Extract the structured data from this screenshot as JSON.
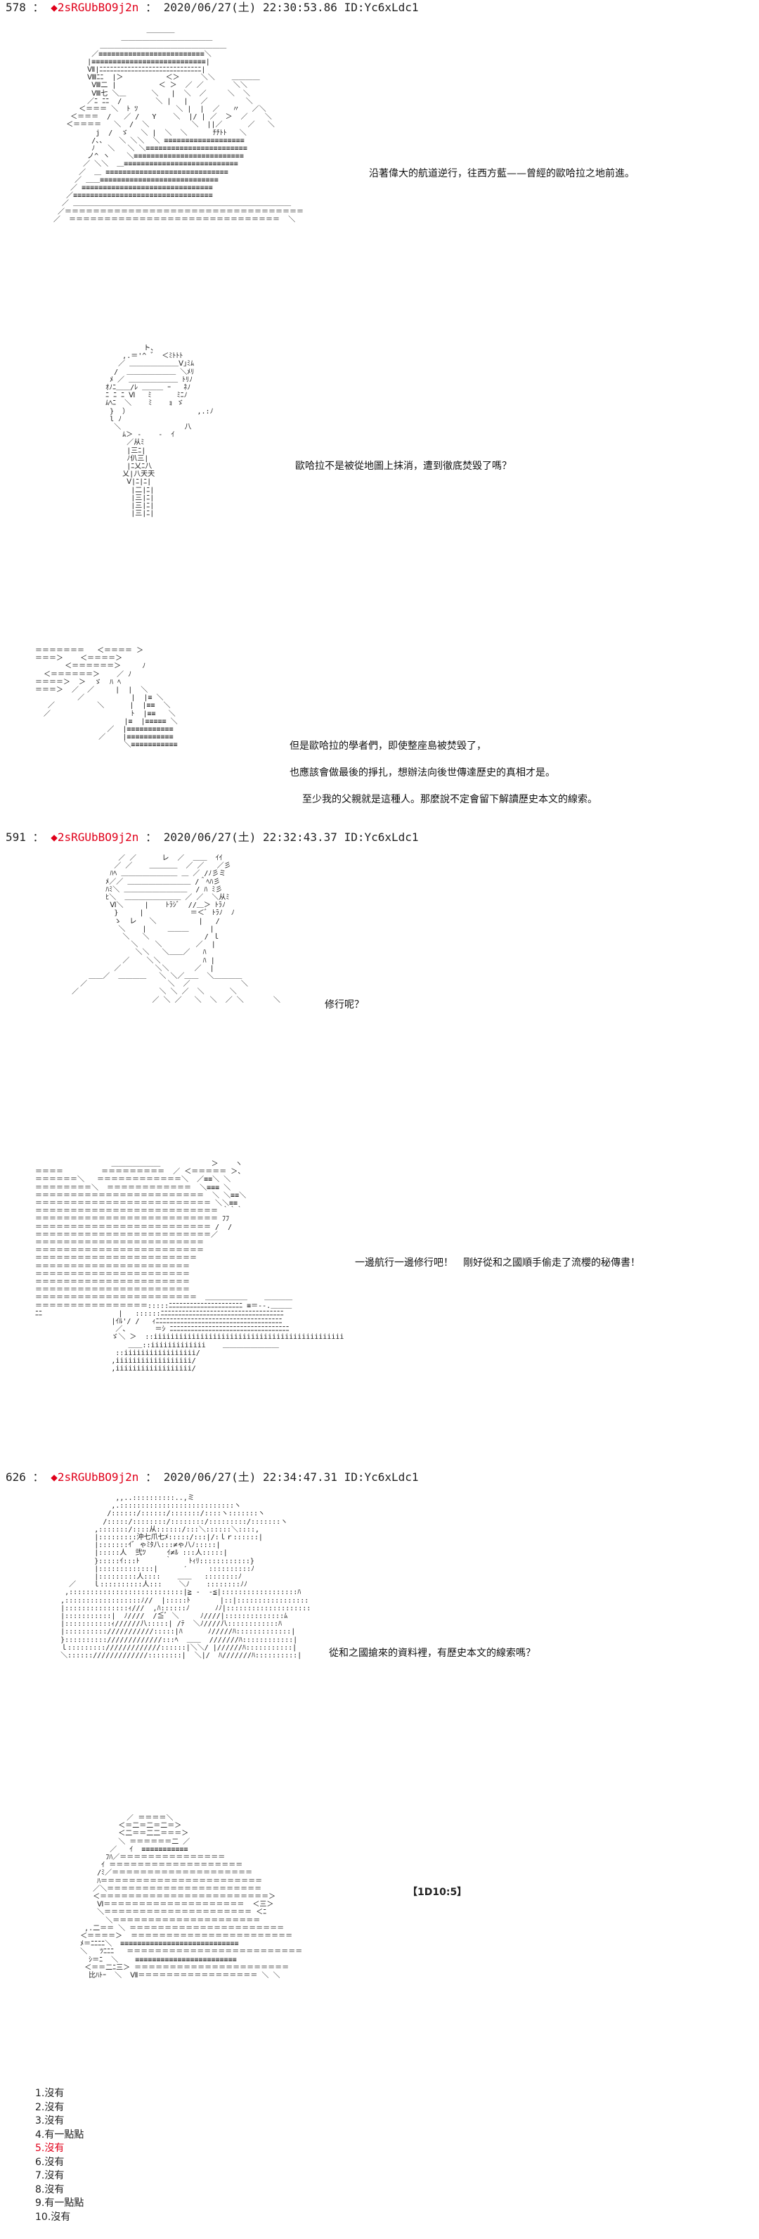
{
  "posts": [
    {
      "num": "578",
      "sep": "：",
      "trip": "◆2sRGUbBO9j2n",
      "sep2": "：",
      "datetime": "2020/06/27(土) 22:30:53.86",
      "id": "ID:Yc6xLdc1"
    },
    {
      "num": "591",
      "sep": "：",
      "trip": "◆2sRGUbBO9j2n",
      "sep2": "：",
      "datetime": "2020/06/27(土) 22:32:43.37",
      "id": "ID:Yc6xLdc1"
    },
    {
      "num": "626",
      "sep": "：",
      "trip": "◆2sRGUbBO9j2n",
      "sep2": "：",
      "datetime": "2020/06/27(土) 22:34:47.31",
      "id": "ID:Yc6xLdc1"
    }
  ],
  "captions": {
    "c1": "沿著偉大的航道逆行，往西方藍——曾經的歐哈拉之地前進。",
    "c2": "歐哈拉不是被從地圖上抹消，遭到徹底焚毀了嗎？",
    "c3a": "但是歐哈拉的學者們，即使整座島被焚毀了，",
    "c3b": "也應該會做最後的掙扎，想辦法向後世傳達歷史的真相才是。",
    "c3c": "至少我的父親就是這種人。那麼說不定會留下解讀歷史本文的線索。",
    "c4": "修行呢？",
    "c5": "一邊航行一邊修行吧！　剛好從和之國順手偷走了流櫻的秘傳書！",
    "c6": "從和之國搶來的資料裡，有歷史本文的線索嗎？"
  },
  "dice": "【1D10:5】",
  "choices": [
    "1.沒有",
    "2.沒有",
    "3.沒有",
    "4.有一點點",
    "5.沒有",
    "6.沒有",
    "7.沒有",
    "8.沒有",
    "9.有一點點",
    "10.沒有"
  ],
  "highlight_color": "#e0001a"
}
